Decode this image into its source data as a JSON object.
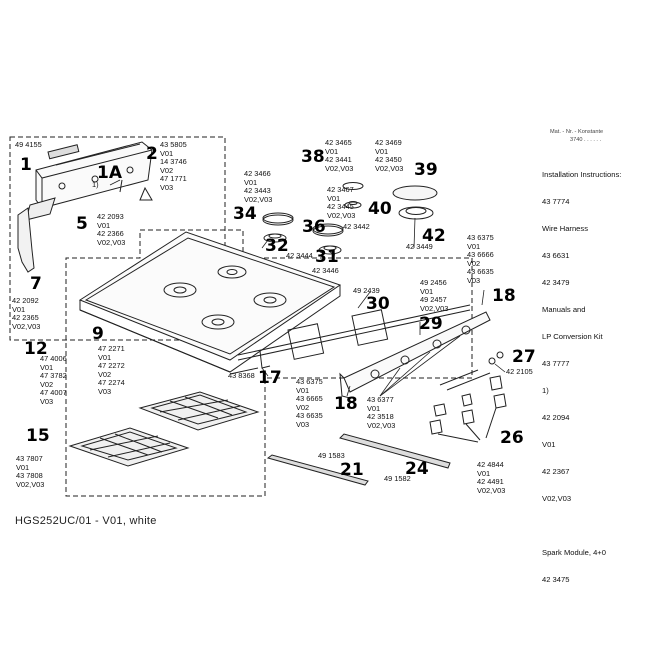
{
  "header": {
    "columns": "Mat. - Nr. - Konstante",
    "code": "3740 . . . . . ."
  },
  "panel": {
    "lines": [
      "Installation Instructions:",
      "43 7774",
      "Wire Harness",
      "43 6631",
      "42 3479",
      "Manuals and",
      "LP Conversion Kit",
      "43 7777",
      "1)",
      "42 2094",
      "V01",
      "42 2367",
      "V02,V03",
      "",
      "Spark Module, 4+0",
      "42 3475"
    ]
  },
  "footer": {
    "model": "HGS252UC/01 - V01, white"
  },
  "callouts": {
    "c1": "1",
    "c1a": "1A",
    "c2": "2",
    "c5": "5",
    "c7": "7",
    "c9": "9",
    "c12": "12",
    "c15": "15",
    "c17": "17",
    "c18a": "18",
    "c18b": "18",
    "c21": "21",
    "c24": "24",
    "c26": "26",
    "c27": "27",
    "c29": "29",
    "c30": "30",
    "c31": "31",
    "c32": "32",
    "c34": "34",
    "c36": "36",
    "c38": "38",
    "c39": "39",
    "c40": "40",
    "c42": "42"
  },
  "labels": {
    "p1": "49 4155",
    "p2": "43 5805\nV01\n14 3746\nV02\n47 1771\nV03",
    "p1x": "1)",
    "p5": "42 2093\nV01\n42 2366\nV02,V03",
    "p7": "42 2092\nV01\n42 2365\nV02,V03",
    "p12": "47 4006\nV01\n47 3782\nV02\n47 4007\nV03",
    "p9": "47 2271\nV01\n47 2272\nV02\n47 2274\nV03",
    "p15": "43 7807\nV01\n43 7808\nV02,V03",
    "p34": "42 3466\nV01\n42 3443\nV02,V03",
    "p32": "42 3444",
    "p38": "42 3465\nV01\n42 3441\nV02,V03",
    "p36": "42 3467\nV01\n42 3445\nV02,V03",
    "p40": "42 3442",
    "p39": "42 3469\nV01\n42 3450\nV02,V03",
    "p42": "42 3449",
    "p31": "42 3446",
    "p30": "49 2439",
    "p29": "49 2456\nV01\n49 2457\nV02,V03",
    "p18a": "43 6375\nV01\n43 6666\nV02\n43 6635\nV03",
    "p17": "43 8368",
    "p18b": "43 6375\nV01\n43 6665\nV02\n43 6635\nV03",
    "p16": "43 6377\nV01\n42 3518\nV02,V03",
    "p27": "42 2105",
    "p21": "49 1583",
    "p24": "49 1582",
    "p26": "42 4844\nV01\n42 4491\nV02,V03"
  }
}
